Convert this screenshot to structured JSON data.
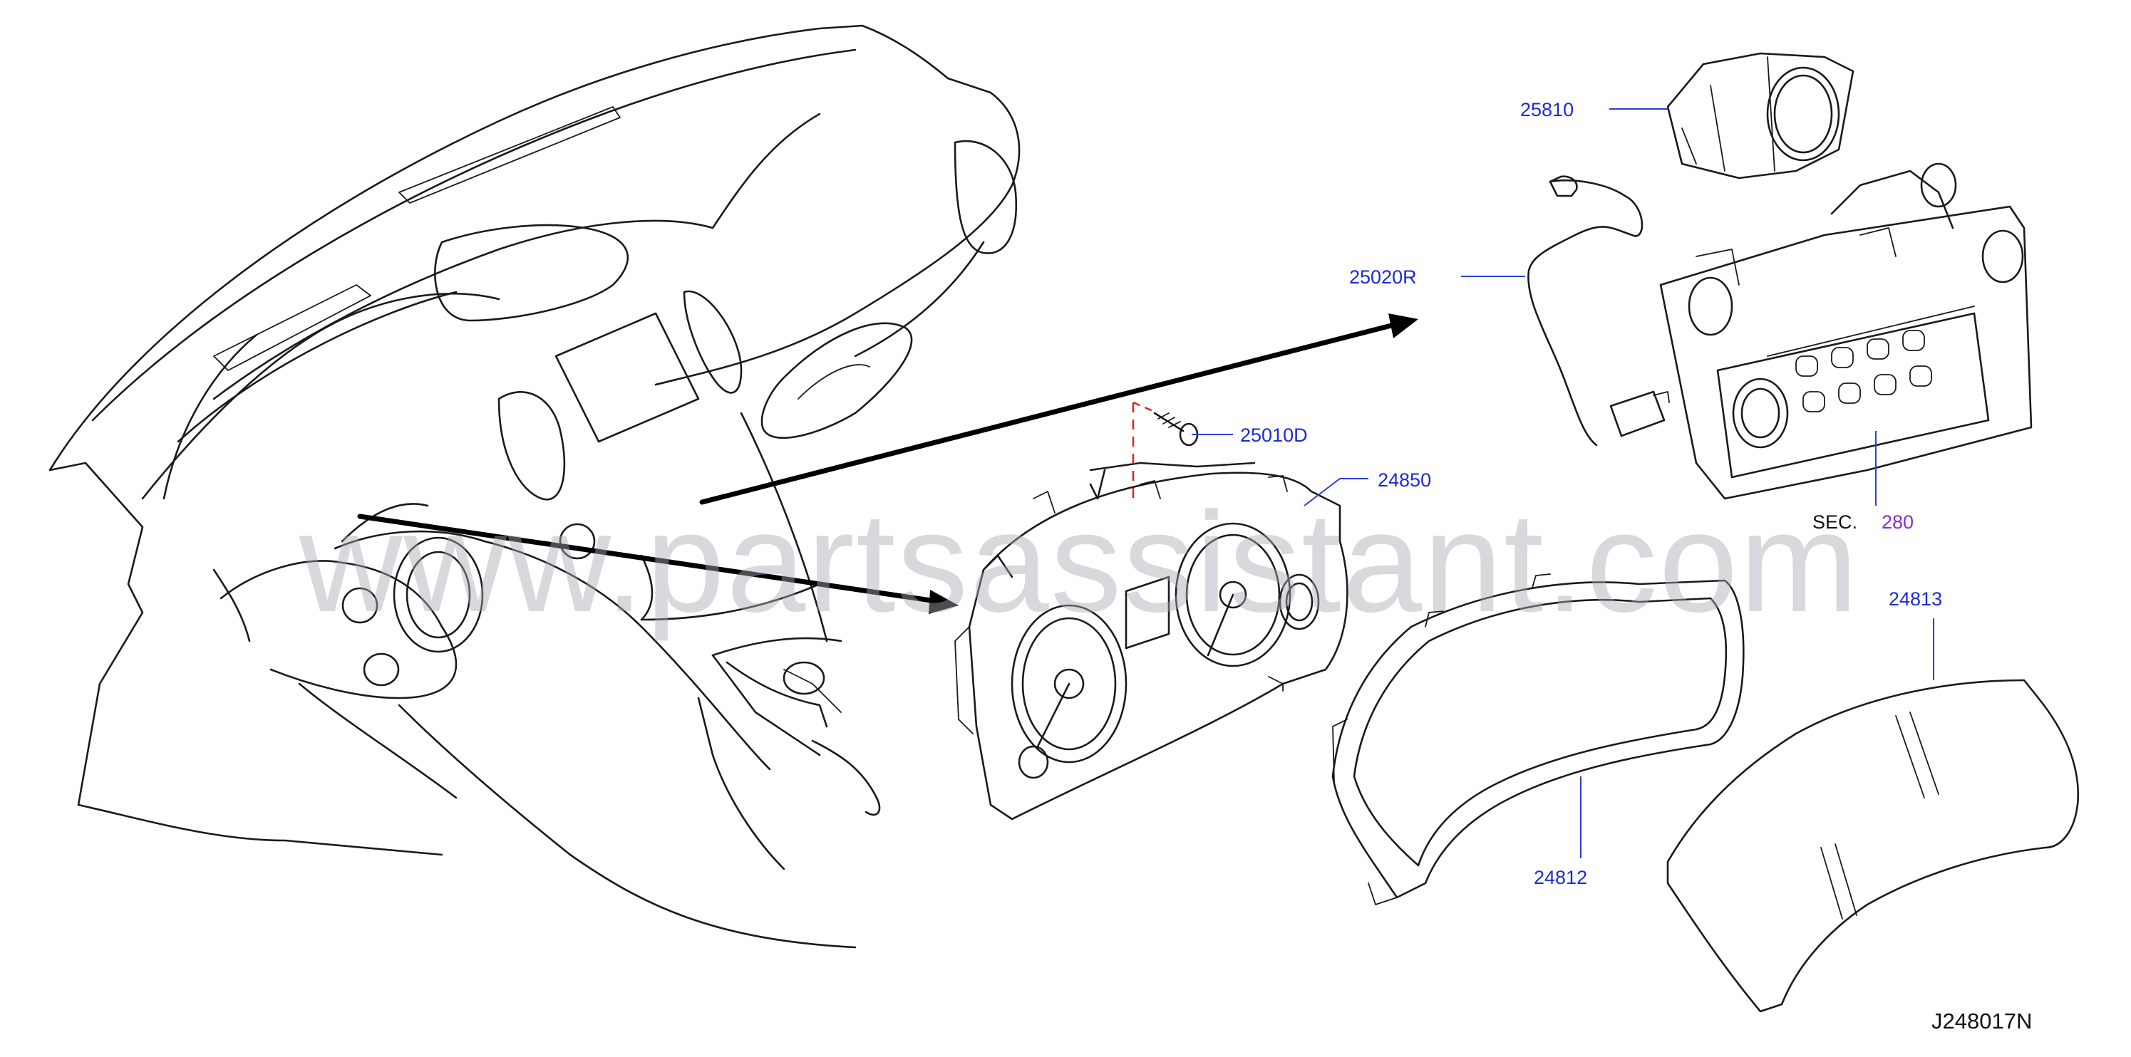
{
  "watermark": "www.partsassistant.com",
  "diagram_code": "J248017N",
  "callouts": {
    "p25810": "25810",
    "p25020R": "25020R",
    "p25010D": "25010D",
    "p24850": "24850",
    "p24813": "24813",
    "p24812": "24812",
    "sec_prefix": "SEC.",
    "sec_number": "280"
  },
  "colors": {
    "callout_text": "#1a2bd8",
    "section_ref": "#8a2bd0",
    "line_art": "#1a1a1a",
    "screw_guide": "#e02020"
  }
}
